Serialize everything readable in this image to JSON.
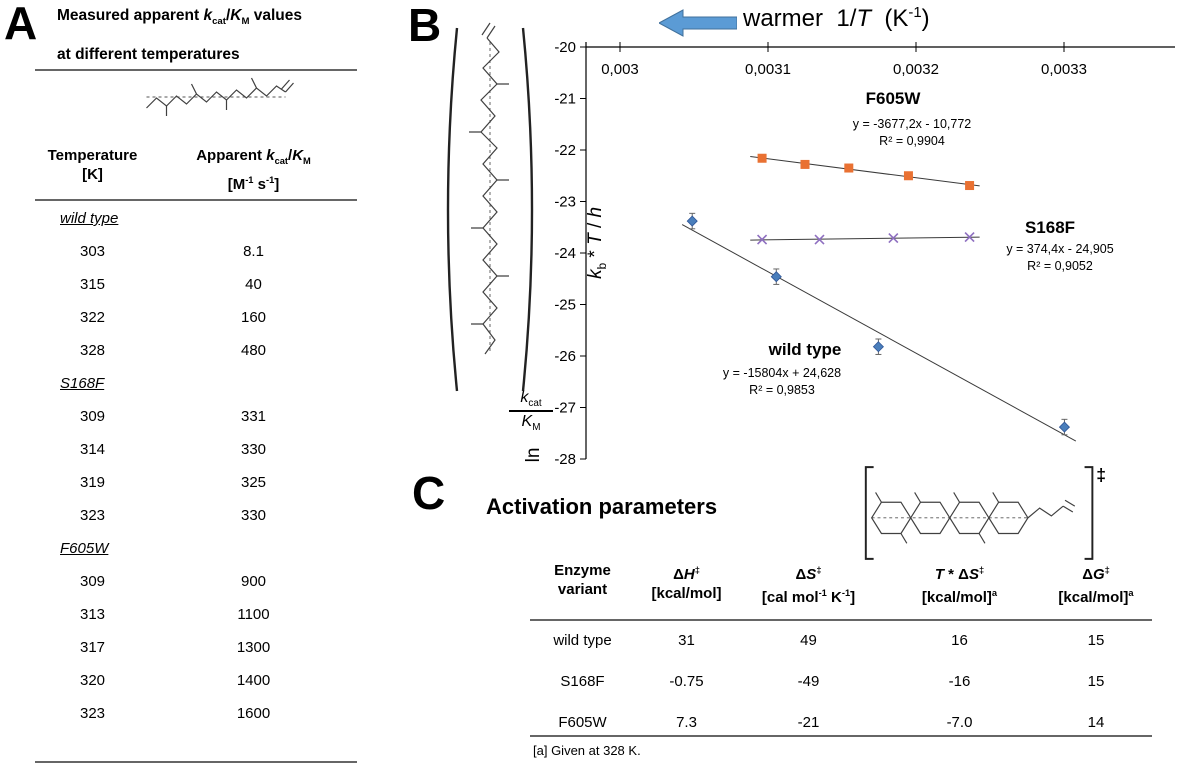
{
  "colors": {
    "arrow_blue": "#5B9BD5",
    "arrow_border": "#41719C",
    "rule": "#666666",
    "wild_type": "#4A7EBB",
    "f605w": "#E97132",
    "s168f": "#8E6FC0",
    "trendline": "#3a3a3a"
  },
  "panelA": {
    "label": "A",
    "title_html_1": "Measured apparent <i>k</i><sub>cat</sub>/<i>K</i><sub>M</sub> values",
    "title_html_2": "at different temperatures",
    "header_col1_html": "Temperature<br>[K]",
    "header_col2_html": "Apparent <i>k</i><sub>cat</sub>/<i>K</i><sub>M</sub><br>[M<sup>-1</sup> s<sup>-1</sup>]",
    "groups": [
      {
        "name": "wild type",
        "rows": [
          [
            "303",
            "8.1"
          ],
          [
            "315",
            "40"
          ],
          [
            "322",
            "160"
          ],
          [
            "328",
            "480"
          ]
        ]
      },
      {
        "name": "S168F",
        "rows": [
          [
            "309",
            "331"
          ],
          [
            "314",
            "330"
          ],
          [
            "319",
            "325"
          ],
          [
            "323",
            "330"
          ]
        ]
      },
      {
        "name": "F605W",
        "rows": [
          [
            "309",
            "900"
          ],
          [
            "313",
            "1100"
          ],
          [
            "317",
            "1300"
          ],
          [
            "320",
            "1400"
          ],
          [
            "323",
            "1600"
          ]
        ]
      }
    ]
  },
  "panelB": {
    "label": "B",
    "arrow_text_html": "warmer&nbsp;&nbsp;1/<i>T</i>&nbsp;&nbsp;(K<sup>-1</sup>)",
    "y_rot_html": "<i>k</i><sub>b</sub> * <i>T</i> / <i>h</i>",
    "frac_num_html": "<i>k</i><sub>cat</sub>",
    "frac_den_html": "<i>K</i><sub>M</sub>",
    "ln_label": "ln"
  },
  "chart_data": {
    "type": "scatter",
    "xlabel": "1/T (K-1)",
    "ylabel": "ln[(kcat/KM)/(kb*T/h)]",
    "x_axis": {
      "tick_labels": [
        "0,003",
        "0,0031",
        "0,0032",
        "0,0033"
      ],
      "tick_values": [
        0.003,
        0.0031,
        0.0032,
        0.0033
      ],
      "range": [
        0.002997,
        0.003375
      ]
    },
    "y_axis": {
      "tick_values": [
        -20,
        -21,
        -22,
        -23,
        -24,
        -25,
        -26,
        -27,
        -28
      ],
      "range": [
        -28.35,
        -20
      ]
    },
    "grid": false,
    "legend": "inline-annotations",
    "series": [
      {
        "name": "wild type",
        "marker": "diamond",
        "color": "#4A7EBB",
        "error_bar": 0.15,
        "points": [
          [
            0.0030488,
            -23.38
          ],
          [
            0.0031056,
            -24.46
          ],
          [
            0.0031746,
            -25.82
          ],
          [
            0.0033003,
            -27.38
          ]
        ],
        "trend": {
          "slope": -15804,
          "intercept": 24.628,
          "x1": 0.003042,
          "x2": 0.003308
        },
        "equation": "y = -15804x + 24,628",
        "r2": "R² = 0,9853"
      },
      {
        "name": "S168F",
        "marker": "x",
        "color": "#8E6FC0",
        "points": [
          [
            0.003096,
            -23.74
          ],
          [
            0.0031348,
            -23.74
          ],
          [
            0.0031847,
            -23.71
          ],
          [
            0.0032362,
            -23.69
          ]
        ],
        "trend": {
          "slope": 374.4,
          "intercept": -24.905,
          "x1": 0.003088,
          "x2": 0.003243
        },
        "equation": "y = 374,4x - 24,905",
        "r2": "R² = 0,9052"
      },
      {
        "name": "F605W",
        "marker": "square",
        "color": "#E97132",
        "points": [
          [
            0.003096,
            -22.16
          ],
          [
            0.003125,
            -22.28
          ],
          [
            0.0031546,
            -22.35
          ],
          [
            0.0031949,
            -22.5
          ],
          [
            0.0032362,
            -22.69
          ]
        ],
        "trend": {
          "slope": -3677.2,
          "intercept": -10.772,
          "x1": 0.003088,
          "x2": 0.003243
        },
        "equation": "y = -3677,2x - 10,772",
        "r2": "R² = 0,9904"
      }
    ]
  },
  "panelC": {
    "label": "C",
    "title": "Activation parameters",
    "ddagger": "‡",
    "columns": [
      {
        "html": "Enzyme<br>variant"
      },
      {
        "html": "Δ<i>H</i><sup>‡</sup><br>[kcal/mol]"
      },
      {
        "html": "Δ<i>S</i><sup>‡</sup><br>[cal mol<sup>-1</sup> K<sup>-1</sup>]"
      },
      {
        "html": "<i>T</i> * Δ<i>S</i><sup>‡</sup><br>[kcal/mol]<sup>a</sup>"
      },
      {
        "html": "Δ<i>G</i><sup>‡</sup><br>[kcal/mol]<sup>a</sup>"
      }
    ],
    "rows": [
      {
        "cells": [
          "wild type",
          "31",
          "49",
          "16",
          "15"
        ]
      },
      {
        "cells": [
          "S168F",
          "-0.75",
          "-49",
          "-16",
          "15"
        ]
      },
      {
        "cells": [
          "F605W",
          "7.3",
          "-21",
          "-7.0",
          "14"
        ]
      }
    ],
    "footnote": "[a] Given at 328 K."
  }
}
